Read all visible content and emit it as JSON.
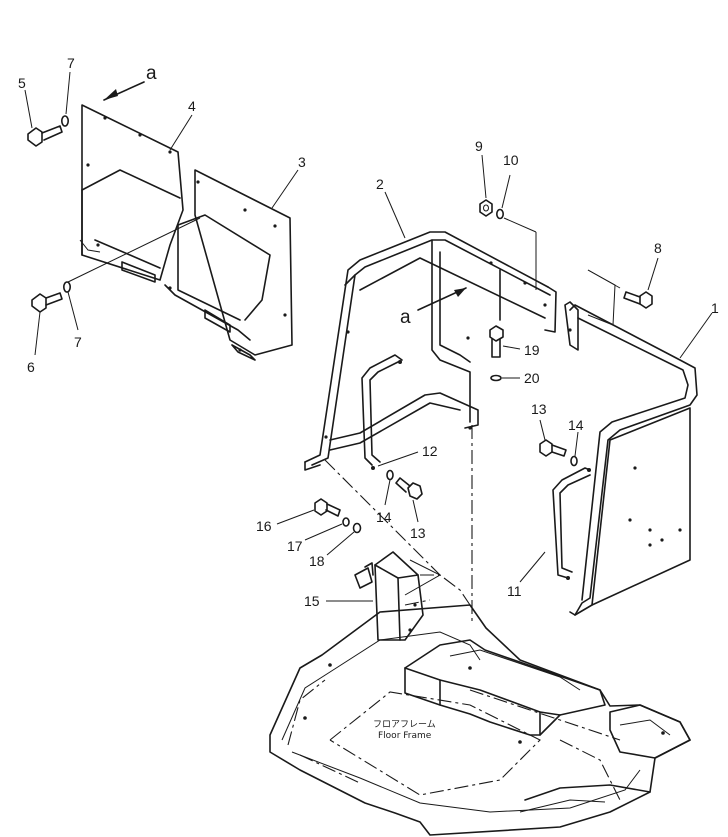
{
  "callouts": {
    "n1": "1",
    "n2": "2",
    "n3": "3",
    "n4": "4",
    "n5": "5",
    "n6": "6",
    "n7a": "7",
    "n7b": "7",
    "n8": "8",
    "n9": "9",
    "n10": "10",
    "n11": "11",
    "n12": "12",
    "n13a": "13",
    "n13b": "13",
    "n14a": "14",
    "n14b": "14",
    "n15": "15",
    "n16": "16",
    "n17": "17",
    "n18": "18",
    "n19": "19",
    "n20": "20"
  },
  "view_arrows": {
    "top": "a",
    "middle": "a"
  },
  "floor_frame": {
    "jp": "フロアフレーム",
    "en": "Floor Frame"
  }
}
